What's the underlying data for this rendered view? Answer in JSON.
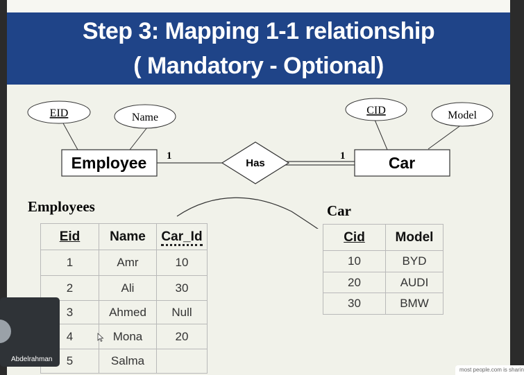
{
  "slide": {
    "title_line1": "Step 3: Mapping 1-1 relationship",
    "title_line2": "( Mandatory - Optional)"
  },
  "er": {
    "entities": [
      "Employee",
      "Car"
    ],
    "relationship": "Has",
    "employee_attributes": [
      "EID",
      "Name"
    ],
    "car_attributes": [
      "CID",
      "Model"
    ],
    "cardinality": [
      "1",
      "1"
    ]
  },
  "employees_table": {
    "title": "Employees",
    "columns": [
      "Eid",
      "Name",
      "Car_Id"
    ],
    "rows": [
      [
        "1",
        "Amr",
        "10"
      ],
      [
        "2",
        "Ali",
        "30"
      ],
      [
        "3",
        "Ahmed",
        "Null"
      ],
      [
        "4",
        "Mona",
        "20"
      ],
      [
        "5",
        "Salma",
        ""
      ]
    ]
  },
  "car_table": {
    "title": "Car",
    "columns": [
      "Cid",
      "Model"
    ],
    "rows": [
      [
        "10",
        "BYD"
      ],
      [
        "20",
        "AUDI"
      ],
      [
        "30",
        "BMW"
      ]
    ]
  },
  "presenter": {
    "name": "Abdelrahman"
  },
  "caption": {
    "text": "most people.com is sharing"
  },
  "colors": {
    "title_bar": "#1f4488",
    "slide_bg": "#f1f2ea"
  }
}
